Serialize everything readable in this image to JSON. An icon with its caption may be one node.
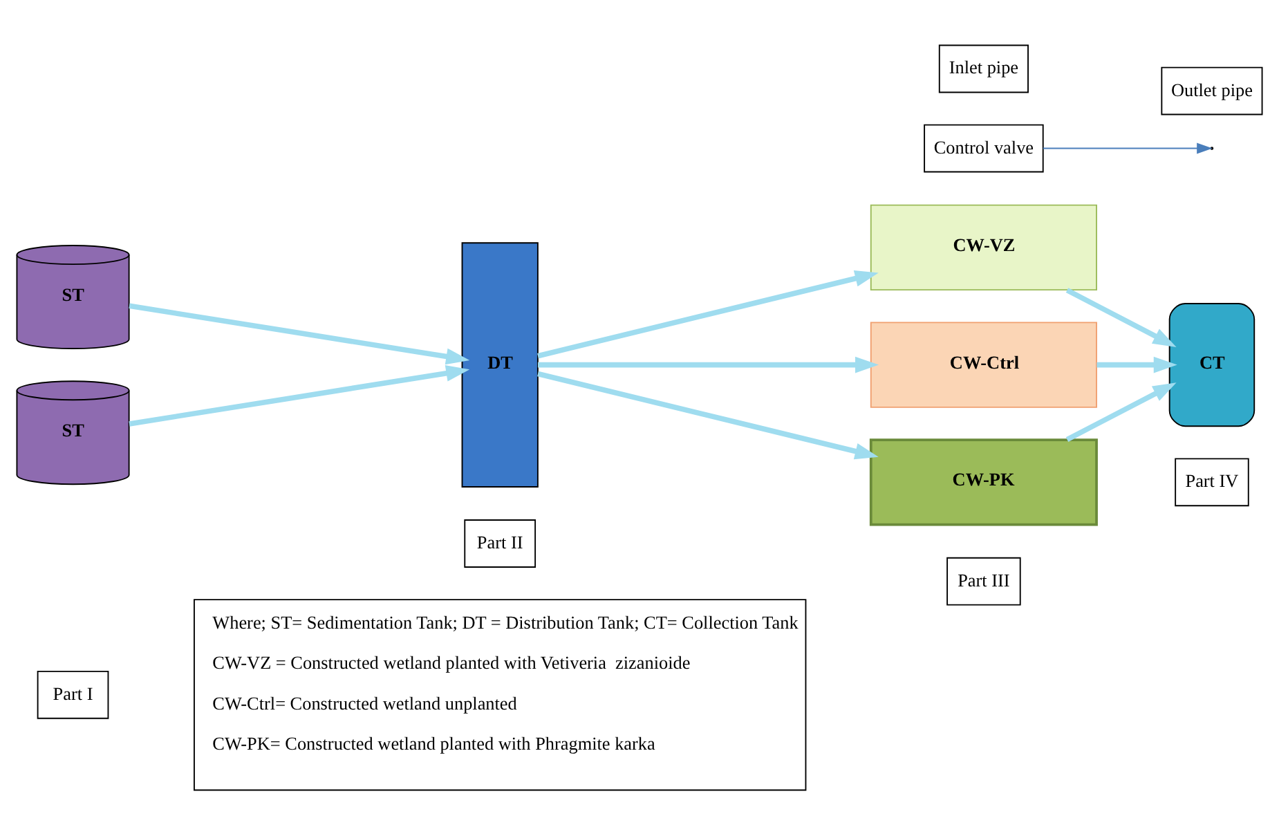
{
  "diagram": {
    "nodes": [
      {
        "text": [
          "Part I"
        ]
      },
      {
        "text": [
          "Part II"
        ]
      },
      {
        "text": [
          "Part III"
        ]
      },
      {
        "text": [
          "Part IV"
        ]
      },
      {
        "text": [
          "ST"
        ]
      },
      {
        "text": [
          "ST"
        ]
      },
      {
        "text": [
          "DT"
        ]
      },
      {
        "text": [
          "CW-VZ"
        ]
      },
      {
        "text": [
          "CW-Ctrl"
        ]
      },
      {
        "text": [
          "CW-PK"
        ]
      },
      {
        "text": [
          "CT"
        ]
      },
      {
        "text": [
          "Control valve"
        ]
      },
      {
        "text": [
          "Inlet pipe"
        ]
      },
      {
        "text": [
          "Outlet pipe"
        ]
      },
      {
        "text": [
          "Where; ST= Sedimentation Tank; DT = Distribution Tank; CT= Collection Tank",
          "CW-VZ = Constructed wetland planted with Vetiveria  zizanioide",
          "CW-Ctrl= Constructed wetland unplanted",
          "CW-PK= Constructed wetland planted with Phragmite karka"
        ]
      }
    ],
    "edges": [
      {
        "from": 4,
        "to": 6,
        "arrow": "to"
      },
      {
        "from": 5,
        "to": 6,
        "arrow": "to"
      },
      {
        "from": 6,
        "to": 7,
        "arrow": "to"
      },
      {
        "from": 6,
        "to": 8,
        "arrow": "to"
      },
      {
        "from": 6,
        "to": 9,
        "arrow": "to"
      },
      {
        "from": 7,
        "to": 10,
        "arrow": "to"
      },
      {
        "from": 8,
        "to": 10,
        "arrow": "to"
      },
      {
        "from": 9,
        "to": 10,
        "arrow": "to"
      },
      {
        "from": 11,
        "to": null,
        "arrow": "to",
        "color": "#4a7ebb"
      }
    ]
  }
}
